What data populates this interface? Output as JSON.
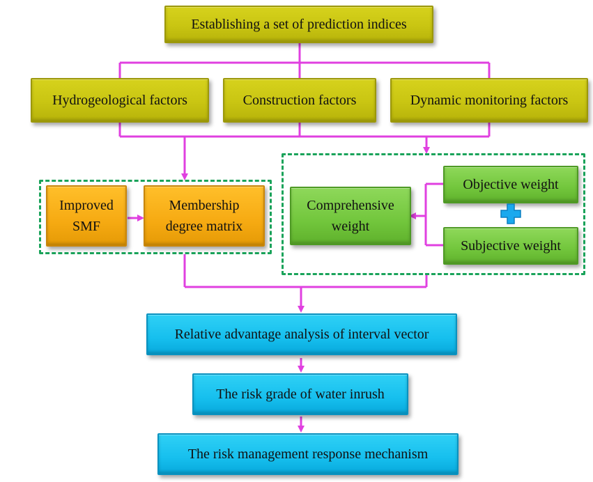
{
  "top": {
    "label": "Establishing a set of prediction indices"
  },
  "factors": [
    {
      "label": "Hydrogeological factors"
    },
    {
      "label": "Construction factors"
    },
    {
      "label": "Dynamic monitoring factors"
    }
  ],
  "left_group": {
    "improved": {
      "line1": "Improved",
      "line2": "SMF"
    },
    "membership": {
      "line1": "Membership",
      "line2": "degree matrix"
    }
  },
  "right_group": {
    "comprehensive": {
      "line1": "Comprehensive",
      "line2": "weight"
    },
    "objective": {
      "label": "Objective weight"
    },
    "subjective": {
      "label": "Subjective weight"
    }
  },
  "steps": [
    {
      "label": "Relative advantage analysis of interval vector"
    },
    {
      "label": "The risk grade of water inrush"
    },
    {
      "label": "The risk management response mechanism"
    }
  ],
  "colors": {
    "connector": "#e040e0",
    "dashed_border": "#1aa35a",
    "olive": "#c9c512",
    "orange": "#f6aa12",
    "green": "#72c63c",
    "blue": "#16bfee",
    "plus": "#1aa9ee"
  },
  "icons": {
    "plus": "plus-icon"
  }
}
